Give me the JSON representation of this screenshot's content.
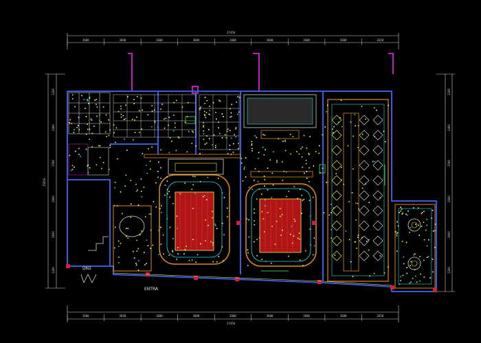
{
  "drawing": {
    "top_total": "27450",
    "top_segments": [
      "3600",
      "3600",
      "3600",
      "3600",
      "3600",
      "3600",
      "3600",
      "3600",
      "2650"
    ],
    "bottom_total": "27450",
    "bottom_segments": [
      "3600",
      "3600",
      "3600",
      "3600",
      "3600",
      "3600",
      "3600",
      "3600",
      "2650"
    ],
    "left_total": "15650",
    "left_segments": [
      "1200",
      "2400",
      "1500",
      "2600",
      "3600",
      "1200"
    ],
    "right_segments": [
      "1200",
      "2400",
      "1500",
      "2600",
      "3600",
      "1200"
    ],
    "stair_label": "DN2",
    "entry_label": "ENTRA"
  },
  "colors": {
    "background": "#000000",
    "wall": "#3a5bd9",
    "dim": "#d8d8d8",
    "duct": "#c01fc0",
    "fixture": "#f5f24a",
    "trim": "#e08a1a",
    "cyan": "#29e0e0",
    "carpet": "#b01414",
    "green": "#27c43c"
  }
}
